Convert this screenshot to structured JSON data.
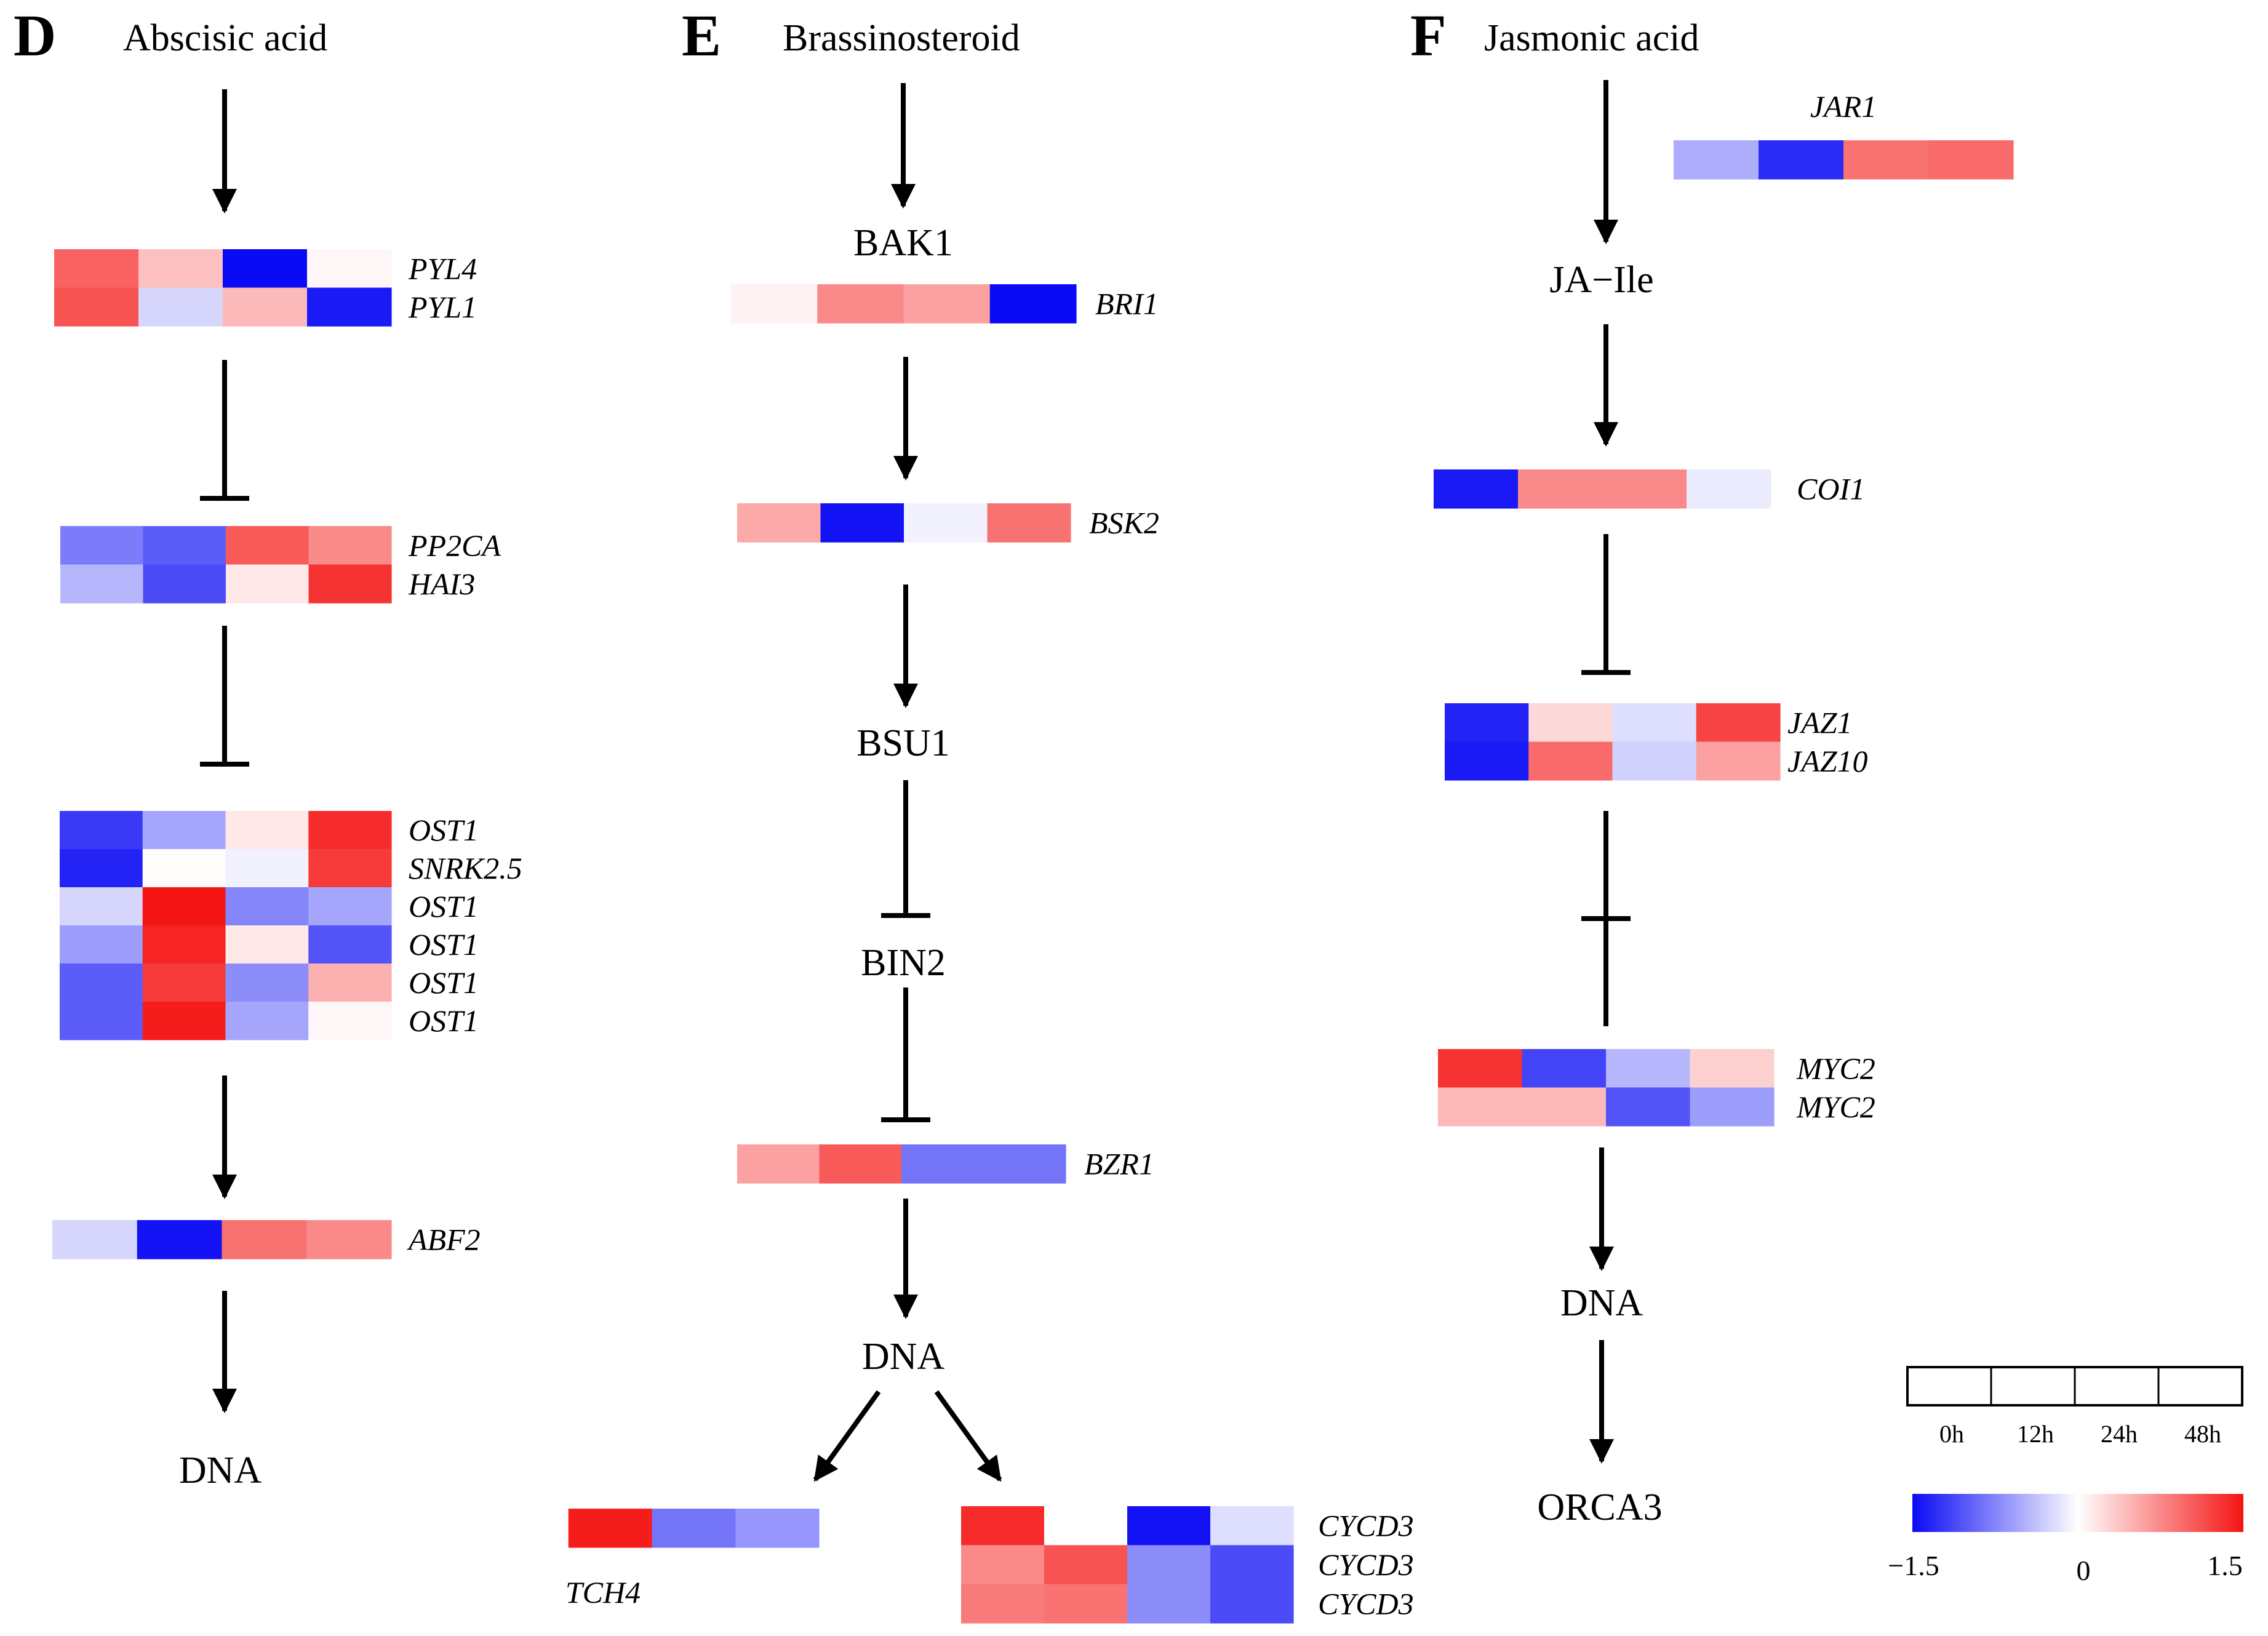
{
  "panels": {
    "D": {
      "letter": "D",
      "title": "Abscisic acid"
    },
    "E": {
      "letter": "E",
      "title": "Brassinosteroid"
    },
    "F": {
      "letter": "F",
      "title": "Jasmonic acid"
    }
  },
  "nodes": {
    "d_dna": "DNA",
    "e_bak1": "BAK1",
    "e_bsu1": "BSU1",
    "e_bin2": "BIN2",
    "e_dna": "DNA",
    "f_jaile": "JA−Ile",
    "f_dna": "DNA",
    "f_orca3": "ORCA3"
  },
  "heatmaps": [
    {
      "id": "d-pyl",
      "rows": [
        {
          "gene": "PYL4",
          "values": [
            1.0,
            0.4,
            -1.5,
            0.05
          ]
        },
        {
          "gene": "PYL1",
          "values": [
            1.1,
            -0.25,
            0.45,
            -1.4
          ]
        }
      ]
    },
    {
      "id": "d-pp2c",
      "rows": [
        {
          "gene": "PP2CA",
          "values": [
            -0.8,
            -1.0,
            1.05,
            0.75
          ]
        },
        {
          "gene": "HAI3",
          "values": [
            -0.45,
            -1.1,
            0.15,
            1.3
          ]
        }
      ]
    },
    {
      "id": "d-ost",
      "rows": [
        {
          "gene": "OST1",
          "values": [
            -1.2,
            -0.55,
            0.15,
            1.35
          ]
        },
        {
          "gene": "SNRK2.5",
          "values": [
            -1.35,
            0.02,
            -0.08,
            1.25
          ]
        },
        {
          "gene": "OST1",
          "values": [
            -0.25,
            1.5,
            -0.75,
            -0.55
          ]
        },
        {
          "gene": "OST1",
          "values": [
            -0.6,
            1.4,
            0.15,
            -1.05
          ]
        },
        {
          "gene": "OST1",
          "values": [
            -1.0,
            1.25,
            -0.7,
            0.5
          ]
        },
        {
          "gene": "OST1",
          "values": [
            -1.0,
            1.45,
            -0.55,
            0.05
          ]
        }
      ]
    },
    {
      "id": "d-abf",
      "rows": [
        {
          "gene": "ABF2",
          "values": [
            -0.25,
            -1.45,
            0.9,
            0.75
          ]
        }
      ]
    },
    {
      "id": "e-bri",
      "rows": [
        {
          "gene": "BRI1",
          "values": [
            0.08,
            0.75,
            0.6,
            -1.5
          ]
        }
      ]
    },
    {
      "id": "e-bsk",
      "rows": [
        {
          "gene": "BSK2",
          "values": [
            0.55,
            -1.45,
            -0.08,
            0.9
          ]
        }
      ]
    },
    {
      "id": "e-bzr",
      "rows": [
        {
          "gene": "BZR1",
          "values": [
            0.6,
            1.05,
            -0.85,
            -0.85
          ]
        }
      ]
    },
    {
      "id": "e-tch",
      "rows": [
        {
          "gene": "TCH4",
          "values": [
            0.0,
            1.45,
            -0.85,
            -0.65
          ]
        }
      ]
    },
    {
      "id": "e-cycd",
      "rows": [
        {
          "gene": "CYCD3",
          "values": [
            1.35,
            0.0,
            -1.45,
            -0.2
          ]
        },
        {
          "gene": "CYCD3",
          "values": [
            0.75,
            1.1,
            -0.7,
            -1.1
          ]
        },
        {
          "gene": "CYCD3",
          "values": [
            0.85,
            0.9,
            -0.7,
            -1.1
          ]
        }
      ]
    },
    {
      "id": "f-jar",
      "rows": [
        {
          "gene": "JAR1",
          "values": [
            -0.5,
            -1.3,
            0.9,
            0.95
          ]
        }
      ]
    },
    {
      "id": "f-coi",
      "rows": [
        {
          "gene": "COI1",
          "values": [
            -1.4,
            0.75,
            0.75,
            -0.12
          ]
        }
      ]
    },
    {
      "id": "f-jaz",
      "rows": [
        {
          "gene": "JAZ1",
          "values": [
            -1.35,
            0.25,
            -0.2,
            1.2
          ]
        },
        {
          "gene": "JAZ10",
          "values": [
            -1.4,
            0.95,
            -0.28,
            0.6
          ]
        }
      ]
    },
    {
      "id": "f-myc",
      "rows": [
        {
          "gene": "MYC2",
          "values": [
            1.3,
            -1.15,
            -0.45,
            0.3
          ]
        },
        {
          "gene": "MYC2",
          "values": [
            0.45,
            0.45,
            -1.05,
            -0.6
          ]
        }
      ]
    }
  ],
  "legend": {
    "timepoints": [
      "0h",
      "12h",
      "24h",
      "48h"
    ],
    "scale_min_label": "−1.5",
    "scale_mid_label": "0",
    "scale_max_label": "1.5",
    "scale_min": -1.5,
    "scale_max": 1.5,
    "color_low": "#0a0af5",
    "color_mid": "#ffffff",
    "color_high": "#f51414"
  }
}
